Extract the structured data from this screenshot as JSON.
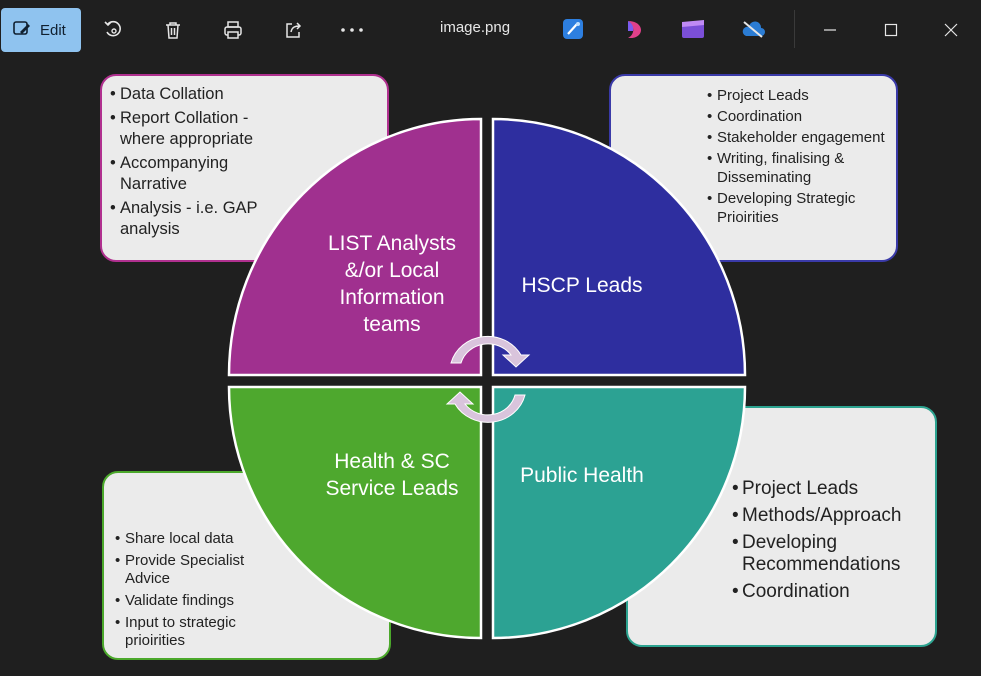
{
  "toolbar": {
    "edit_label": "Edit",
    "title": "image.png",
    "icons": [
      "rotate-icon",
      "delete-icon",
      "print-icon",
      "share-icon",
      "more-icon"
    ],
    "apps": [
      "designer-app-icon",
      "copilot-app-icon",
      "clipchamp-app-icon",
      "onedrive-off-icon"
    ]
  },
  "diagram": {
    "quadrants": {
      "top_left": {
        "label": "LIST Analysts &/or Local Information teams",
        "color": "#a0308f"
      },
      "top_right": {
        "label": "HSCP Leads",
        "color": "#2e2e9f"
      },
      "bottom_left": {
        "label": "Health & SC Service Leads",
        "color": "#4ea82e"
      },
      "bottom_right": {
        "label": "Public Health",
        "color": "#2ca293"
      }
    },
    "boxes": {
      "top_left": [
        "Data Collation",
        "Report Collation - where appropriate",
        "Accompanying Narrative",
        "Analysis - i.e. GAP analysis"
      ],
      "top_right": [
        "Project Leads",
        "Coordination",
        "Stakeholder engagement",
        "Writing, finalising & Disseminating",
        "Developing Strategic Prioirities"
      ],
      "bottom_left": [
        "Share local data",
        "Provide Specialist Advice",
        "Validate findings",
        "Input to strategic prioirities"
      ],
      "bottom_right": [
        "Project Leads",
        "Methods/Approach",
        " Developing Recommendations",
        "Coordination"
      ]
    }
  }
}
